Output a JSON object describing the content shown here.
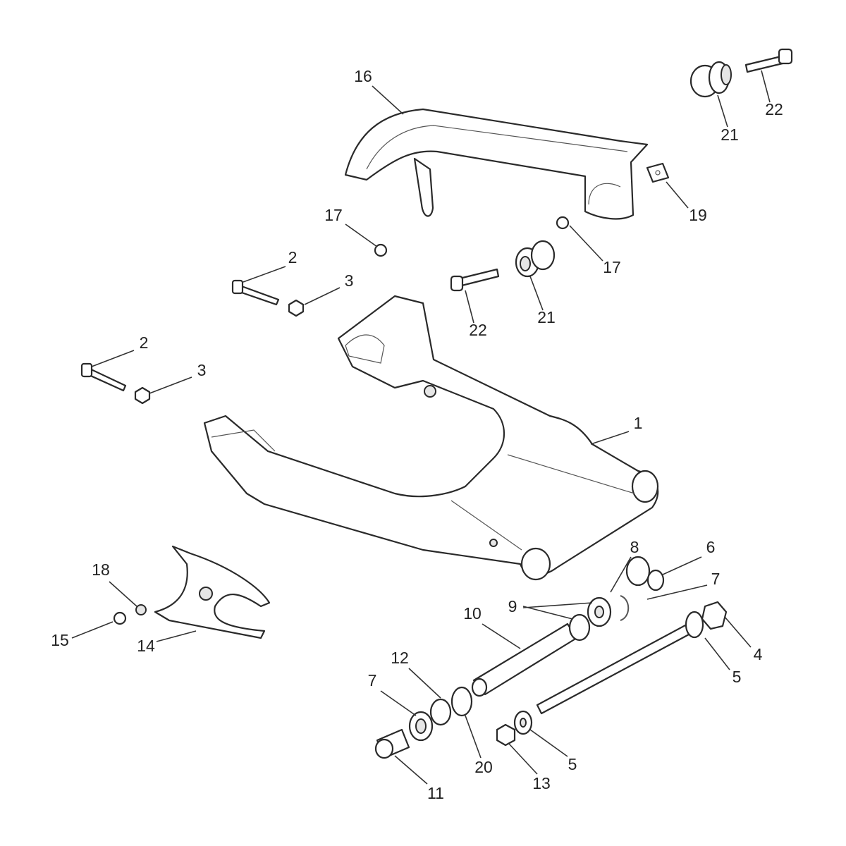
{
  "diagram": {
    "type": "exploded-parts-diagram",
    "callouts": [
      {
        "text": "16"
      },
      {
        "text": "22"
      },
      {
        "text": "21"
      },
      {
        "text": "19"
      },
      {
        "text": "17"
      },
      {
        "text": "17"
      },
      {
        "text": "2"
      },
      {
        "text": "3"
      },
      {
        "text": "22"
      },
      {
        "text": "21"
      },
      {
        "text": "2"
      },
      {
        "text": "3"
      },
      {
        "text": "1"
      },
      {
        "text": "8"
      },
      {
        "text": "6"
      },
      {
        "text": "7"
      },
      {
        "text": "18"
      },
      {
        "text": "9"
      },
      {
        "text": "10"
      },
      {
        "text": "4"
      },
      {
        "text": "15"
      },
      {
        "text": "14"
      },
      {
        "text": "5"
      },
      {
        "text": "12"
      },
      {
        "text": "7"
      },
      {
        "text": "20"
      },
      {
        "text": "5"
      },
      {
        "text": "13"
      },
      {
        "text": "11"
      }
    ]
  }
}
